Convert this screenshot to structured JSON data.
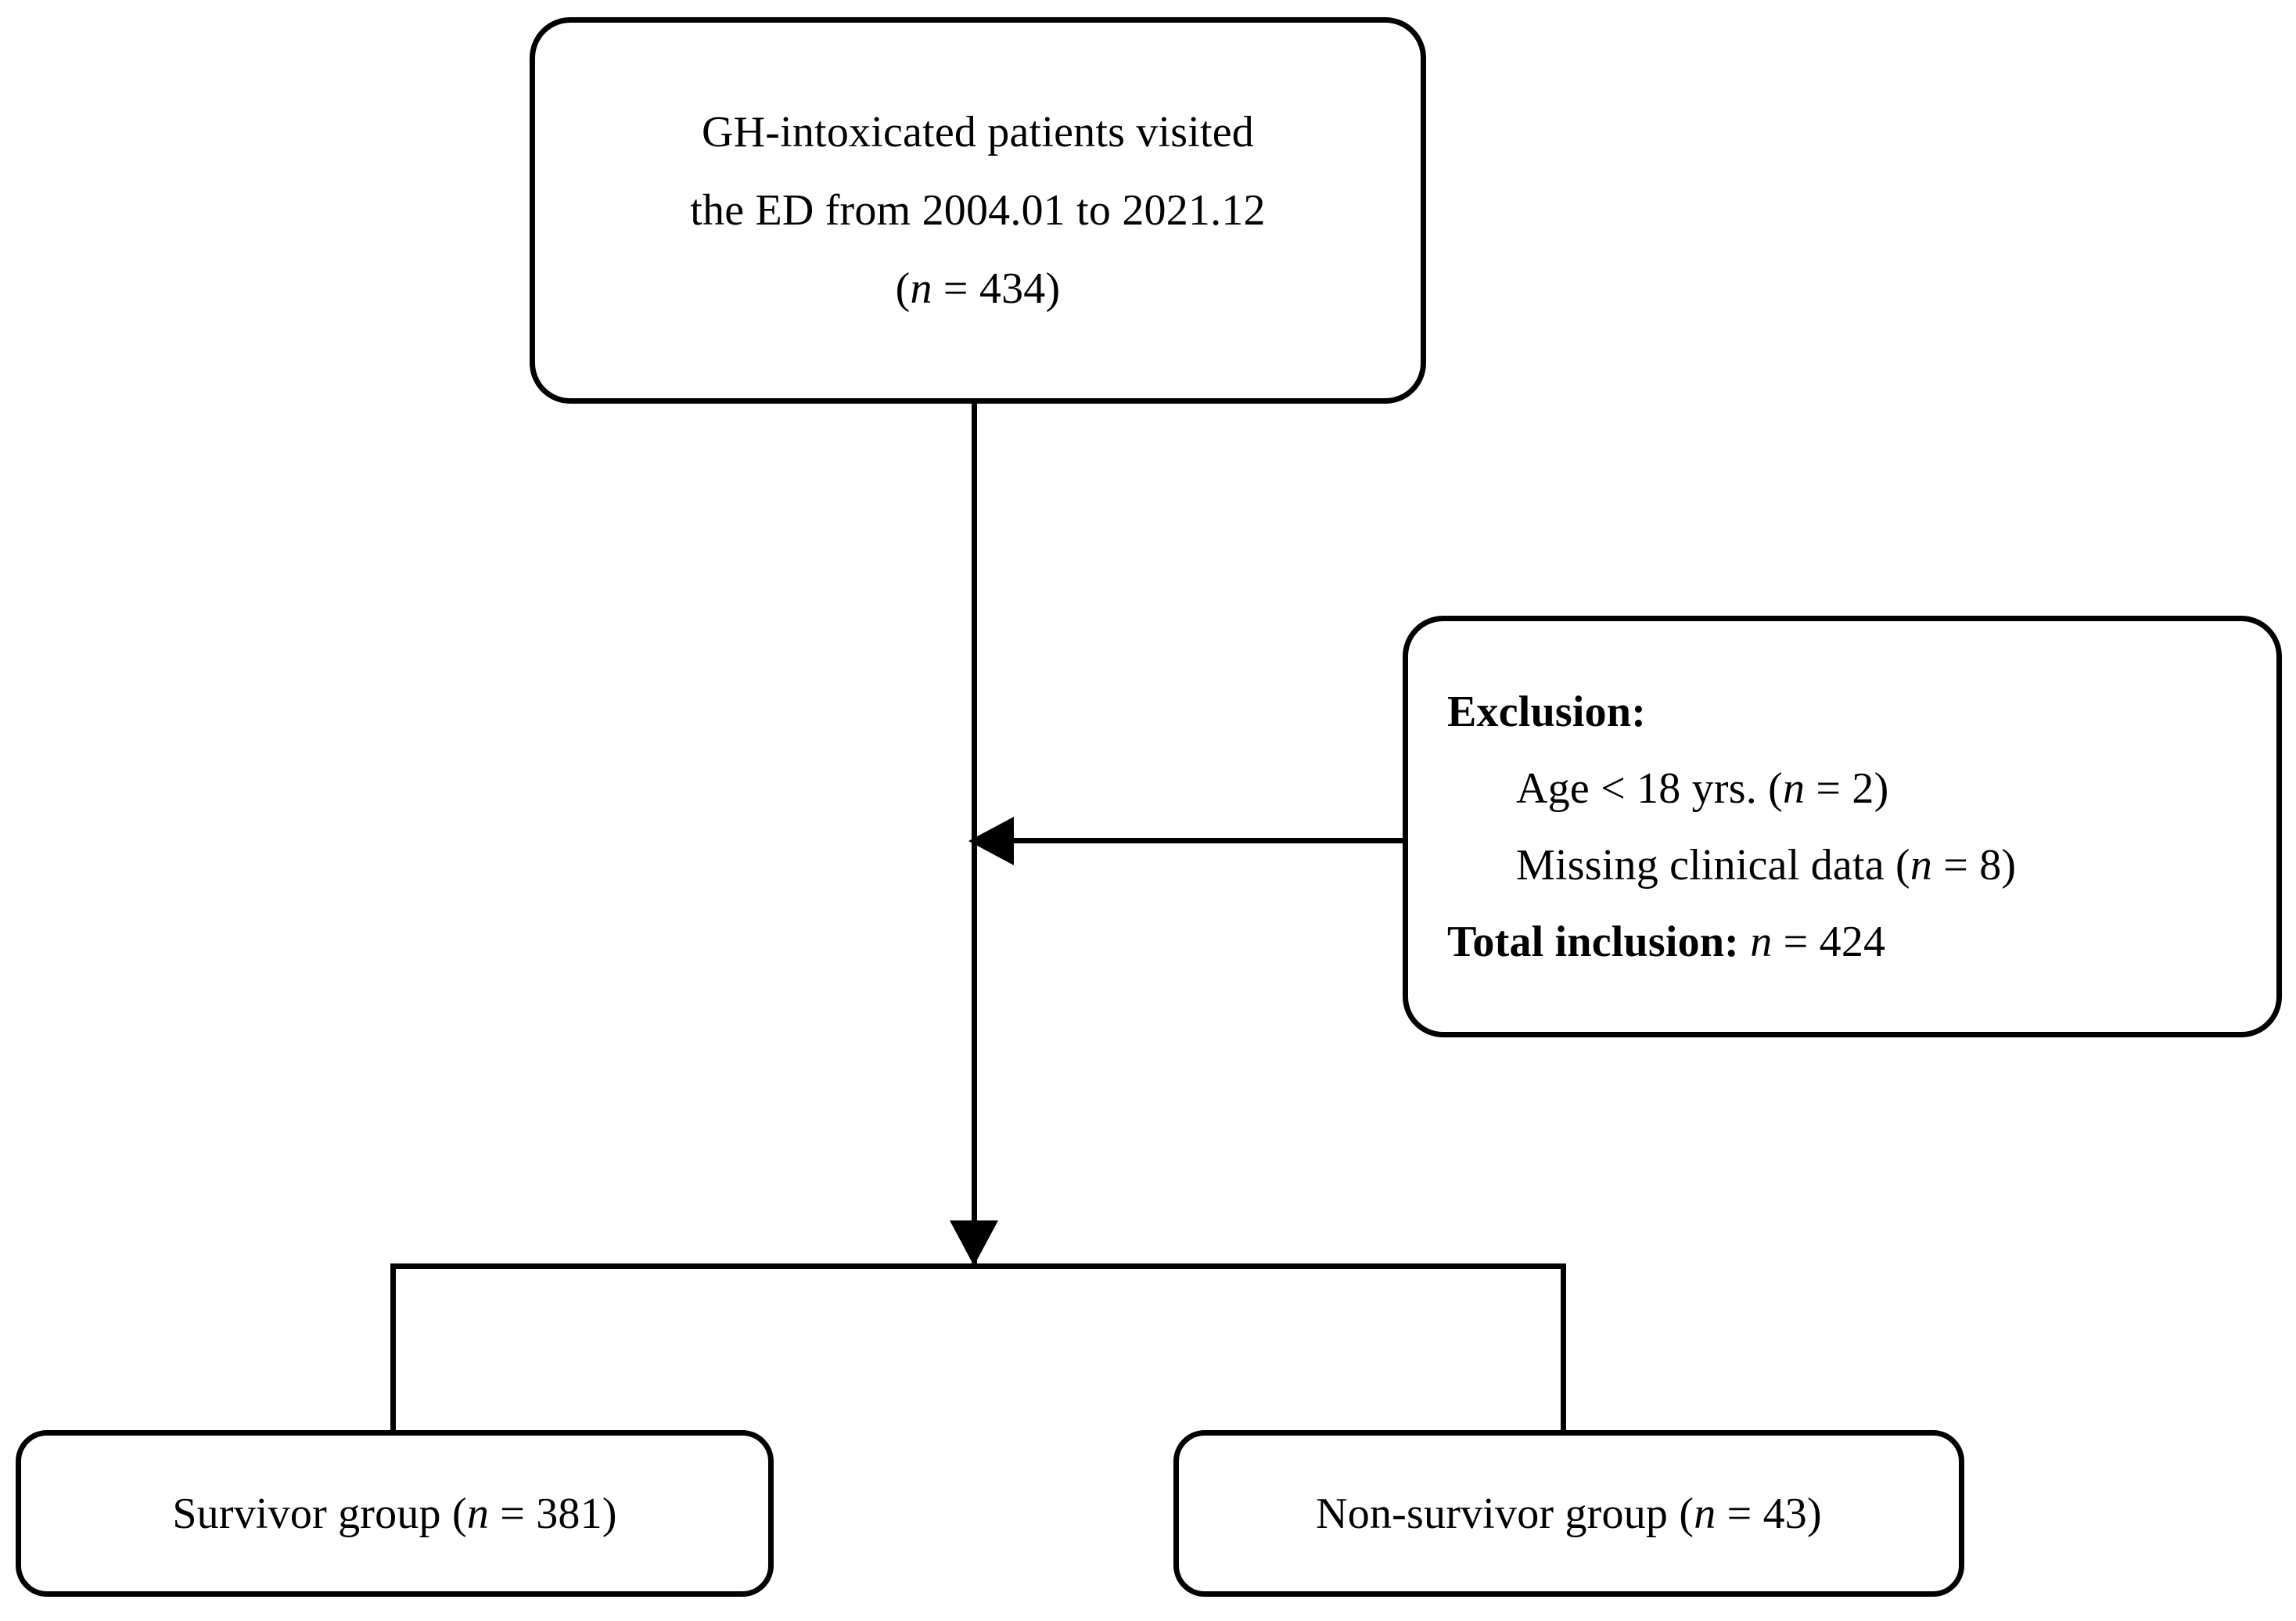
{
  "figure": {
    "type": "study-flow-diagram",
    "title": "Patient enrollment flowchart"
  },
  "nodes": {
    "cohort": {
      "name": "source-cohort",
      "lines": [
        "GH-intoxicated patients visited",
        "the ED from 2004.01 to 2021.12"
      ],
      "count_prefix": "(",
      "count_var": "n",
      "count_eq": " = ",
      "count_value": "434",
      "count_suffix": ")"
    },
    "exclusion": {
      "name": "exclusion-criteria",
      "heading": "Exclusion:",
      "items": [
        {
          "label": "Age < 18 yrs. ",
          "paren_open": "(",
          "var": "n",
          "eq": " = ",
          "value": "2",
          "paren_close": ")"
        },
        {
          "label": "Missing clinical data ",
          "paren_open": "(",
          "var": "n",
          "eq": " = ",
          "value": "8",
          "paren_close": ")"
        }
      ],
      "total_label": "Total inclusion: ",
      "total_var": "n",
      "total_eq": " = ",
      "total_value": "424"
    },
    "survivor": {
      "name": "survivor-group",
      "label": "Survivor group ",
      "paren_open": "(",
      "var": "n",
      "eq": " = ",
      "value": "381",
      "paren_close": ")"
    },
    "nonsurvivor": {
      "name": "non-survivor-group",
      "label": "Non-survivor group ",
      "paren_open": "(",
      "var": "n",
      "eq": " = ",
      "value": "43",
      "paren_close": ")"
    }
  },
  "connectors": {
    "trunk": "vertical-arrow-down",
    "exclusion_arrow": "horizontal-arrow-left",
    "split": "bracket-split-two-branches"
  },
  "colors": {
    "stroke": "#000000",
    "background": "#ffffff",
    "text": "#000000"
  }
}
